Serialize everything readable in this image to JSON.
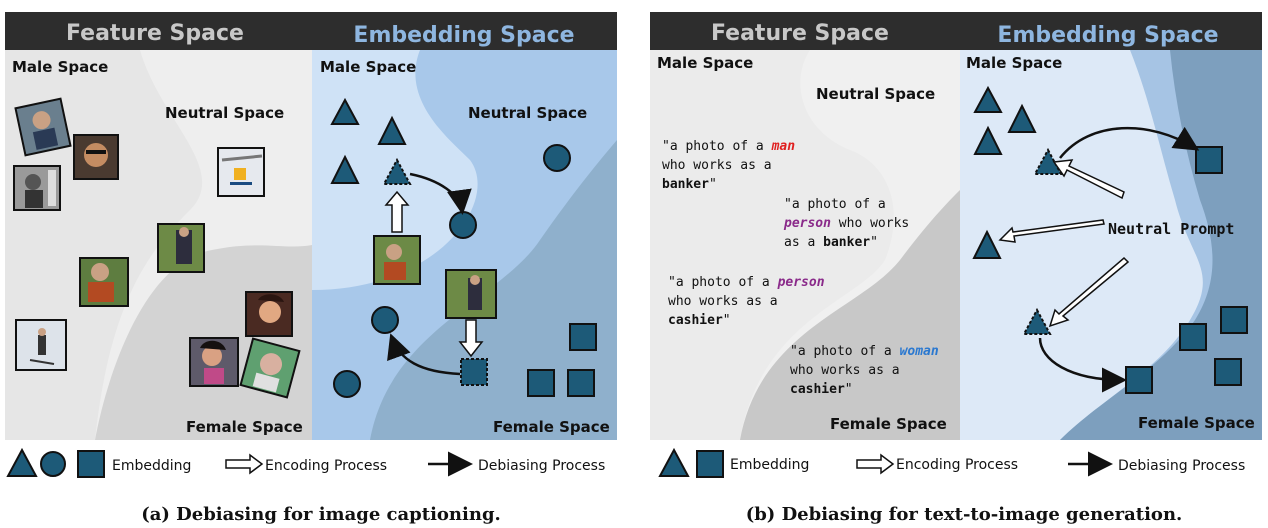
{
  "colors": {
    "header_bg": "#2d2d2d",
    "feature_header_text": "#c8c8c8",
    "embedding_header_text": "#8eb6e0",
    "shape_fill": "#1d5a78",
    "man_color": "#e02020",
    "person_color": "#8a2a8a",
    "woman_color": "#2a78d0"
  },
  "panel_a": {
    "feature_title": "Feature Space",
    "embedding_title": "Embedding Space",
    "male_space": "Male Space",
    "neutral_space": "Neutral Space",
    "female_space": "Female Space",
    "caption": "(a) Debiasing for image captioning."
  },
  "panel_b": {
    "feature_title": "Feature Space",
    "embedding_title": "Embedding Space",
    "male_space": "Male Space",
    "neutral_space": "Neutral Space",
    "female_space": "Female Space",
    "neutral_prompt": "Neutral Prompt",
    "caption": "(b) Debiasing for text-to-image generation.",
    "quotes": {
      "q1": {
        "l1a": "\"a photo of a ",
        "l1b": "man",
        "l2": "who works as a",
        "l3": "banker",
        "l3end": "\""
      },
      "q2": {
        "l1": "\"a photo of a",
        "l2a": "person",
        "l2b": " who works",
        "l3a": "as a ",
        "l3b": "banker",
        "l3end": "\""
      },
      "q3": {
        "l1a": "\"a photo of a ",
        "l1b": "person",
        "l2": "who works as a",
        "l3": "cashier",
        "l3end": "\""
      },
      "q4": {
        "l1a": "\"a photo of a ",
        "l1b": "woman",
        "l2": "who works as a",
        "l3": "cashier",
        "l3end": "\""
      }
    }
  },
  "legend": {
    "embedding": "Embedding",
    "encoding": "Encoding Process",
    "debiasing": "Debiasing Process"
  }
}
